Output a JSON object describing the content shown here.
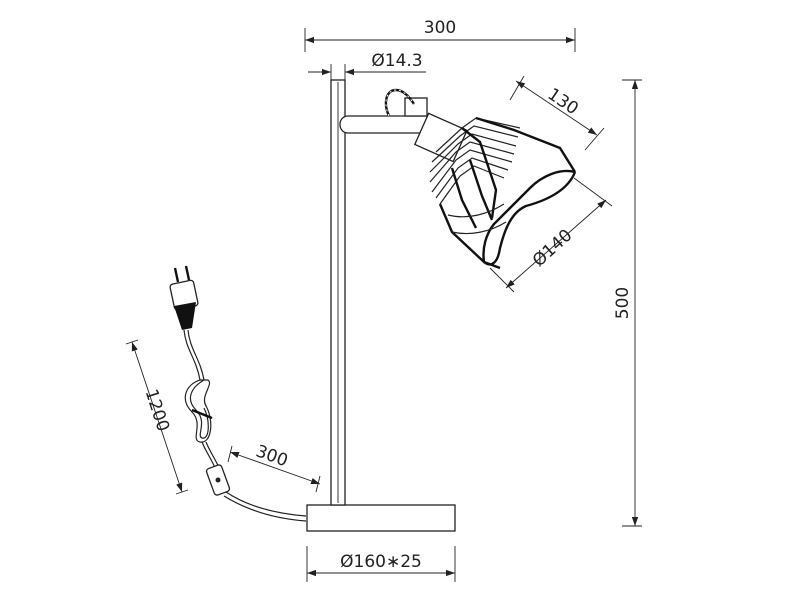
{
  "dimensions": {
    "total_width": "300",
    "pole_diameter": "Ø14.3",
    "shade_depth": "130",
    "shade_diameter": "Ø140",
    "total_height": "500",
    "cord_length": "1200",
    "switch_distance": "300",
    "base_size": "Ø160∗25"
  }
}
